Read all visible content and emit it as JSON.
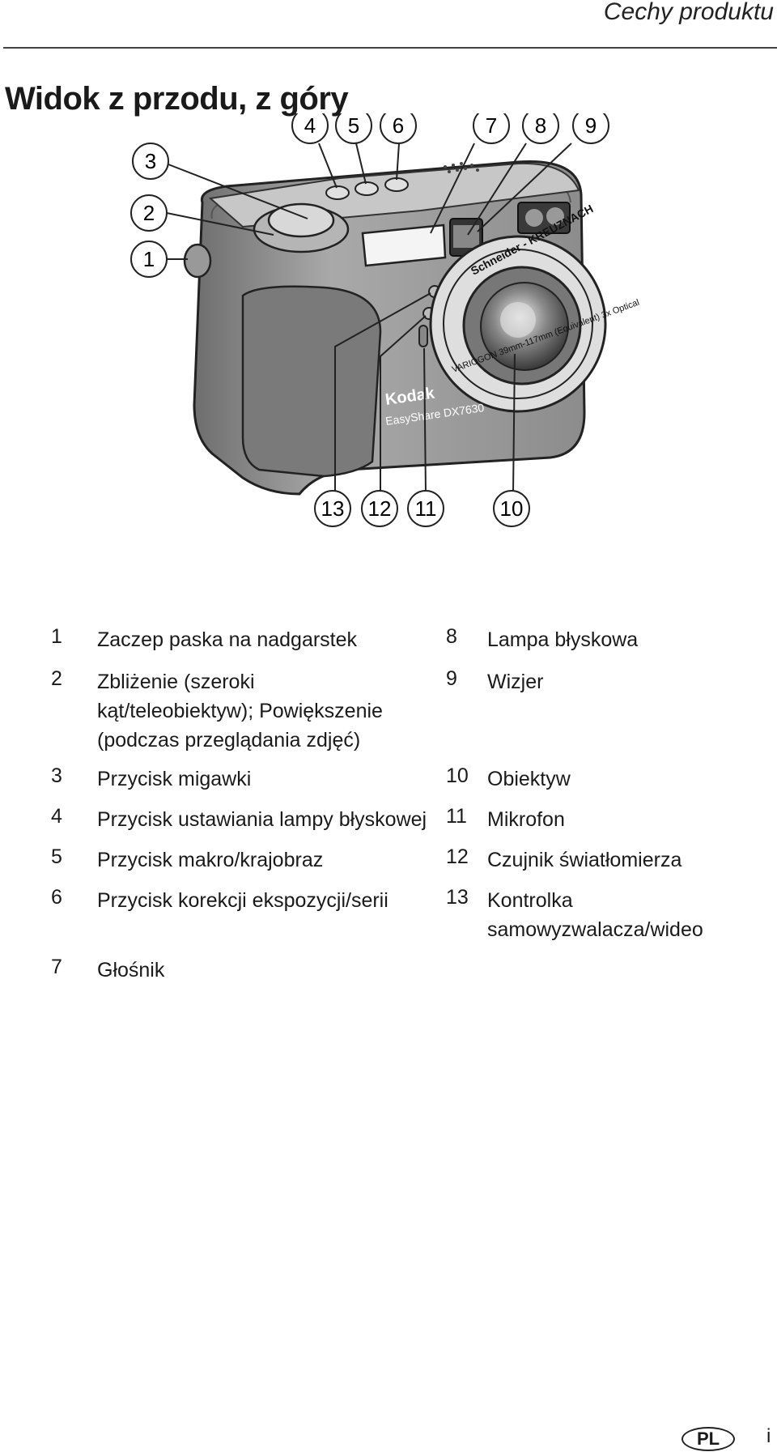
{
  "header": {
    "title": "Cechy produktu"
  },
  "section": {
    "title": "Widok z przodu, z góry"
  },
  "figure": {
    "callouts": [
      "1",
      "2",
      "3",
      "4",
      "5",
      "6",
      "7",
      "8",
      "9",
      "10",
      "11",
      "12",
      "13"
    ],
    "lens_text_top": "Schneider - KREUZNACH",
    "lens_text_bottom": "VARIOGON 39mm-117mm (Equivalent) 3x Optical",
    "brand": "Kodak",
    "model": "EasyShare DX7630"
  },
  "legend_left": [
    {
      "num": "1",
      "text": "Zaczep paska na nadgarstek"
    },
    {
      "num": "2",
      "text": "Zbliżenie (szeroki kąt/teleobiektyw); Powiększenie (podczas przeglądania zdjęć)"
    },
    {
      "num": "3",
      "text": "Przycisk migawki"
    },
    {
      "num": "4",
      "text": "Przycisk ustawiania lampy błyskowej"
    },
    {
      "num": "5",
      "text": "Przycisk makro/krajobraz"
    },
    {
      "num": "6",
      "text": "Przycisk korekcji ekspozycji/serii"
    },
    {
      "num": "7",
      "text": "Głośnik"
    }
  ],
  "legend_right": [
    {
      "num": "8",
      "text": "Lampa błyskowa"
    },
    {
      "num": "9",
      "text": "Wizjer"
    },
    {
      "num": "10",
      "text": "Obiektyw"
    },
    {
      "num": "11",
      "text": "Mikrofon"
    },
    {
      "num": "12",
      "text": "Czujnik światłomierza"
    },
    {
      "num": "13",
      "text": "Kontrolka samowyzwalacza/wideo"
    }
  ],
  "footer": {
    "lang_badge": "PL",
    "page": "i"
  }
}
